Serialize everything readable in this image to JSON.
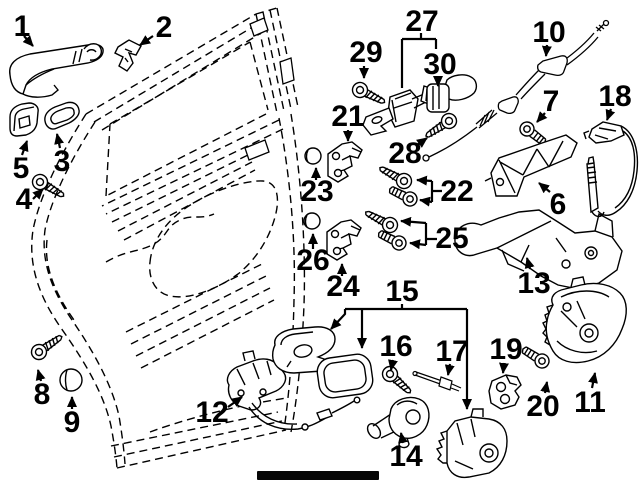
{
  "figure": {
    "kind": "exploded-parts-diagram",
    "subject": "rear door lock and handle hardware line drawing",
    "background_color": "#ffffff",
    "line_color": "#000000",
    "callout_count": 30
  },
  "callouts": {
    "c1": "1",
    "c2": "2",
    "c3": "3",
    "c4": "4",
    "c5": "5",
    "c6": "6",
    "c7": "7",
    "c8": "8",
    "c9": "9",
    "c10": "10",
    "c11": "11",
    "c12": "12",
    "c13": "13",
    "c14": "14",
    "c15": "15",
    "c16": "16",
    "c17": "17",
    "c18": "18",
    "c19": "19",
    "c20": "20",
    "c21": "21",
    "c22": "22",
    "c23": "23",
    "c24": "24",
    "c25": "25",
    "c26": "26",
    "c27": "27",
    "c28": "28",
    "c29": "29",
    "c30": "30"
  }
}
